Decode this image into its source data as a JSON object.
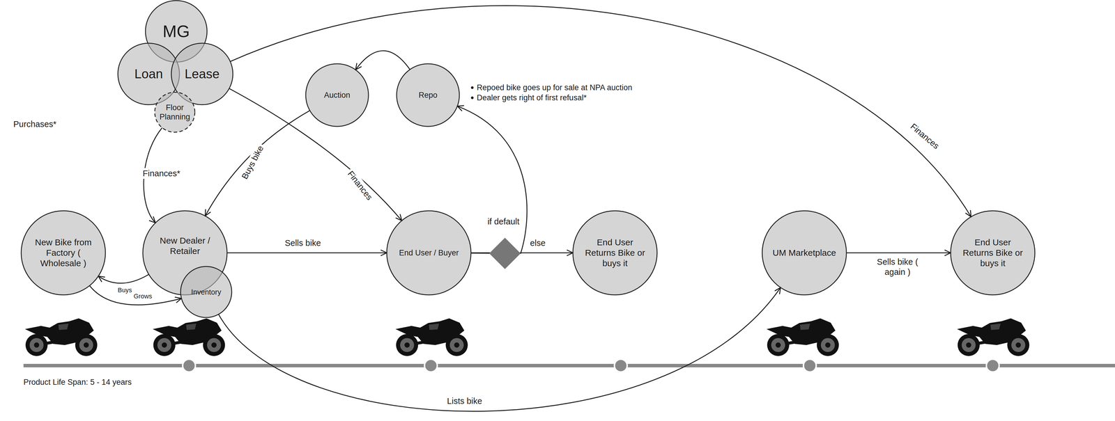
{
  "diagram": {
    "nodes": [
      {
        "text": [
          "MG"
        ]
      },
      {
        "text": [
          "Loan"
        ]
      },
      {
        "text": [
          "Lease"
        ]
      },
      {
        "text": [
          "Floor Planning"
        ]
      },
      {
        "text": [
          "Auction"
        ]
      },
      {
        "text": [
          "Repo"
        ]
      },
      {
        "text": [
          "New Bike from Factory ( Wholesale )"
        ]
      },
      {
        "text": [
          "New Dealer / Retailer"
        ]
      },
      {
        "text": [
          "Inventory"
        ]
      },
      {
        "text": [
          "End User / Buyer"
        ]
      },
      {
        "text": [
          "End User Returns Bike or buys it"
        ]
      },
      {
        "text": [
          "UM Marketplace"
        ]
      },
      {
        "text": [
          "End User Returns Bike or buys it"
        ]
      }
    ],
    "edges": [
      {
        "from": 3,
        "to": 7,
        "label": "Finances*",
        "arrow": "to"
      },
      {
        "from": 2,
        "to": 9,
        "label": "Finances",
        "arrow": "to"
      },
      {
        "from": 2,
        "to": 12,
        "label": "Finances",
        "arrow": "to"
      },
      {
        "from": 5,
        "to": 4,
        "arrow": "to"
      },
      {
        "from": 4,
        "to": 7,
        "label": "Buys bike",
        "arrow": "to"
      },
      {
        "from": 7,
        "to": 9,
        "label": "Sells bike",
        "arrow": "to"
      },
      {
        "from": 9,
        "to": 5,
        "label": "if default",
        "arrow": "to"
      },
      {
        "from": 9,
        "to": 10,
        "label": "else",
        "arrow": "to"
      },
      {
        "from": 7,
        "to": 6,
        "label": "Buys",
        "arrow": "to"
      },
      {
        "from": 6,
        "to": 8,
        "label": "Grows",
        "arrow": "to"
      },
      {
        "from": 8,
        "to": 11,
        "label": "Lists bike",
        "arrow": "to"
      },
      {
        "from": 11,
        "to": 12,
        "label": "Sells bike ( again )",
        "arrow": "to"
      }
    ],
    "labels": [
      "Purchases*",
      "Repoed bike goes up for sale at NPA auction",
      "Dealer gets right of first refusal*",
      "Product Life Span: 5 - 14 years"
    ]
  }
}
